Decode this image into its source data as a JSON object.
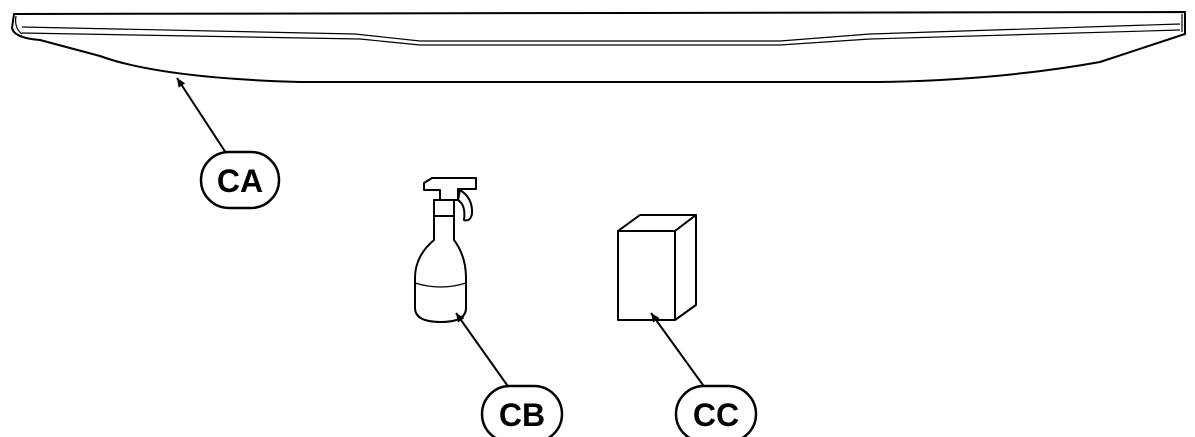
{
  "callouts": {
    "ca": "CA",
    "cb": "CB",
    "cc": "CC"
  }
}
